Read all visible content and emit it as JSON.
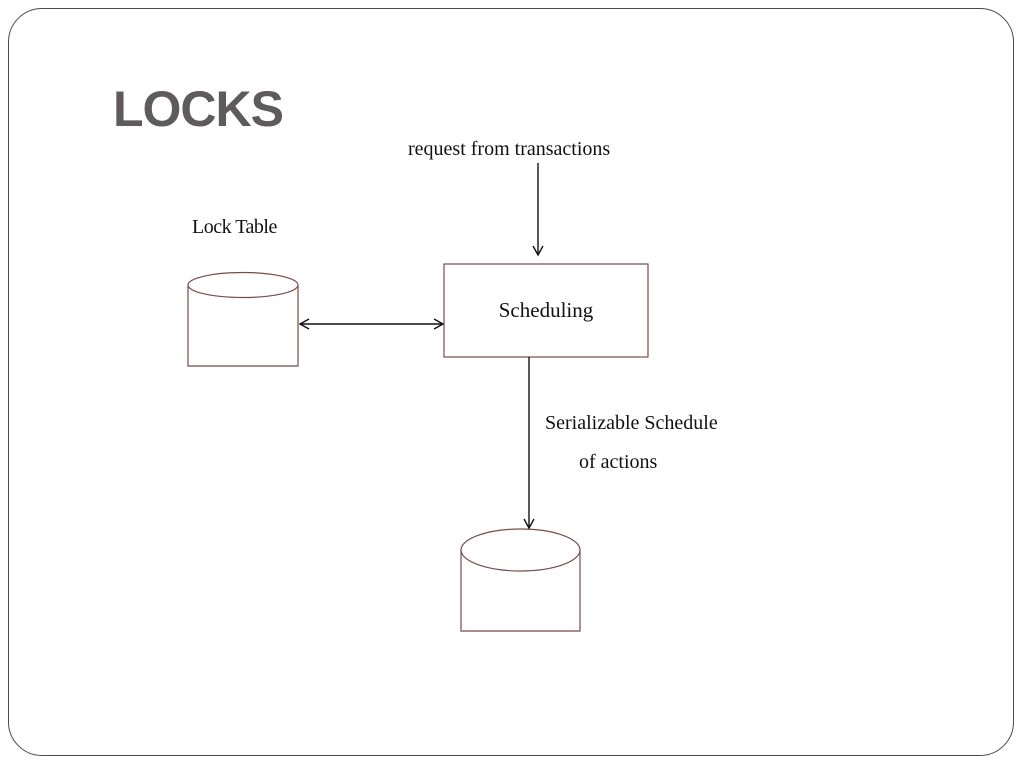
{
  "title": "LOCKS",
  "labels": {
    "request": "request from transactions",
    "lock_table": "Lock Table",
    "scheduling": "Scheduling",
    "output_line1": "Serializable Schedule",
    "output_line2": "of actions"
  },
  "colors": {
    "shape_stroke": "#7a4a4a",
    "arrow": "#111111",
    "title": "#5f5a5c",
    "frame": "#4a4a4a"
  }
}
